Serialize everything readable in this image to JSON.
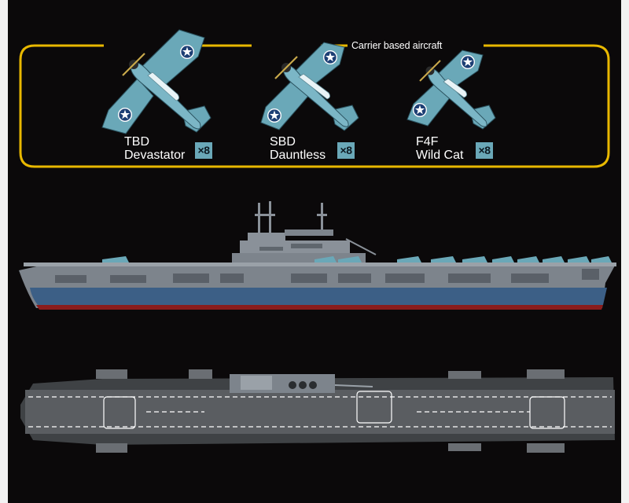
{
  "caption": "Carrier based aircraft",
  "aircraft": [
    {
      "designation": "TBD",
      "name": "Devastator",
      "count": "×8"
    },
    {
      "designation": "SBD",
      "name": "Dauntless",
      "count": "×8"
    },
    {
      "designation": "F4F",
      "name": "Wild Cat",
      "count": "×8"
    }
  ],
  "colors": {
    "background": "#0b090a",
    "frame": "#e8b800",
    "aircraft_paint": "#6aa8b8",
    "hull_blue": "#3c5f86",
    "hull_red": "#8a1c1c",
    "superstructure_gray": "#8a9199",
    "deck_gray": "#5a5d61"
  },
  "icons": [
    "aircraft-roundel-icon",
    "propeller-icon"
  ]
}
